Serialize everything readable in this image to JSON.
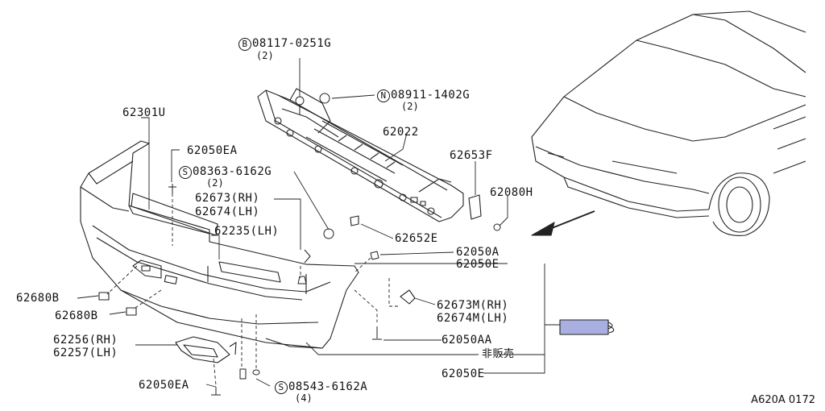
{
  "labels": {
    "p62301U": "62301U",
    "p62050EA_top": "62050EA",
    "p08363": "08363-6162G",
    "p08363_prefix": "S",
    "p08363_qty": "(2)",
    "p62673RH": "62673(RH)",
    "p62674LH": "62674(LH)",
    "p62235": "62235(LH)",
    "p08117": "08117-0251G",
    "p08117_prefix": "B",
    "p08117_qty": "(2)",
    "p08911": "08911-1402G",
    "p08911_prefix": "N",
    "p08911_qty": "(2)",
    "p62022": "62022",
    "p62653F": "62653F",
    "p62080H": "62080H",
    "p62652E": "62652E",
    "p62050A": "62050A",
    "p62050E_top": "62050E",
    "p62680B_1": "62680B",
    "p62680B_2": "62680B",
    "p62673M": "62673M(RH)",
    "p62674M": "62674M(LH)",
    "p62256": "62256(RH)",
    "p62257": "62257(LH)",
    "p62050AA": "62050AA",
    "p_notsold": "非販売",
    "p62050E_bot": "62050E",
    "p62050EA_bot": "62050EA",
    "p08543": "08543-6162A",
    "p08543_prefix": "S",
    "p08543_qty": "(4)"
  },
  "diagram_code": "A620A 0172",
  "colors": {
    "line": "#222222",
    "highlight": "#a9b0e0"
  }
}
